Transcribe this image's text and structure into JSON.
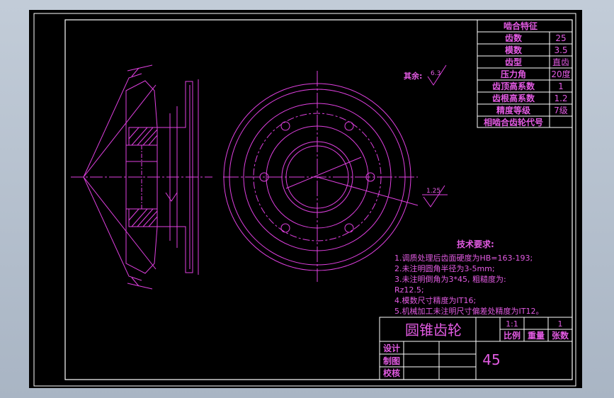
{
  "colors": {
    "background": "#000000",
    "line": "#e040e0",
    "frame": "#ffffff",
    "outer_border": "#b7c3d1"
  },
  "surface_finish": {
    "label": "其余:",
    "value": "6.3"
  },
  "gear_params": {
    "title": "啮合特征",
    "rows": [
      {
        "label": "齿数",
        "value": "25"
      },
      {
        "label": "模数",
        "value": "3.5"
      },
      {
        "label": "齿型",
        "value": "直齿"
      },
      {
        "label": "压力角",
        "value": "20度"
      },
      {
        "label": "齿顶高系数",
        "value": "1"
      },
      {
        "label": "齿根高系数",
        "value": "1.2"
      },
      {
        "label": "精度等级",
        "value": "7级"
      },
      {
        "label": "相啮合齿轮代号",
        "value": ""
      }
    ]
  },
  "front_view": {
    "finish_mark": "1.25"
  },
  "tech_requirements": {
    "title": "技术要求:",
    "lines": [
      "1.调质处理后齿面硬度为HB=163-193;",
      "2.未注明圆角半径为3-5mm;",
      "3.未注明倒角为3*45, 粗糙度为:",
      "Rz12.5;",
      "4.模数尺寸精度为IT16;",
      "5.机械加工未注明尺寸偏差处精度为IT12。"
    ]
  },
  "title_block": {
    "part_name": "圆锥齿轮",
    "scale_value": "1:1",
    "sheet_count_value": "1",
    "scale_label": "比例",
    "weight_label": "重量",
    "sheets_label": "张数",
    "designer_label": "设计",
    "drafter_label": "制图",
    "checker_label": "校核",
    "material": "45"
  }
}
